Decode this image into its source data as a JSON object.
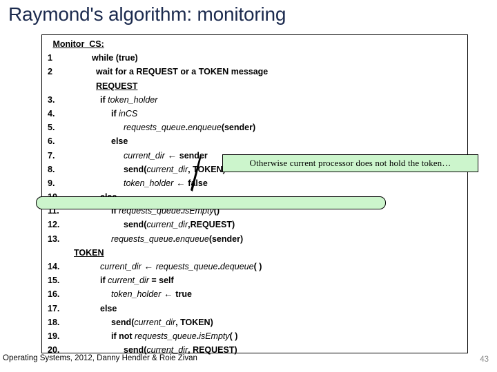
{
  "slide": {
    "title": "Raymond's algorithm: monitoring",
    "title_color": "#1b2a4e",
    "highlight_color": "#ccf5cc",
    "page_number": "43",
    "footer": "Operating Systems, 2012, Danny Hendler & Roie Zivan"
  },
  "callout": {
    "text": "Otherwise current processor does not hold the token…"
  },
  "code": {
    "header": "Monitor_CS:",
    "lines": [
      {
        "num": "1",
        "text": "while (true)",
        "indent": 34
      },
      {
        "num": "2",
        "text": "wait for a REQUEST or a TOKEN message",
        "indent": 40
      },
      {
        "num": "",
        "text": "REQUEST",
        "indent": 40
      },
      {
        "num": "3.",
        "text": "if token_holder",
        "indent": 46
      },
      {
        "num": "4.",
        "text": "if inCS",
        "indent": 62
      },
      {
        "num": "5.",
        "text": "requests_queue.enqueue(sender)",
        "indent": 80
      },
      {
        "num": "6.",
        "text": "else",
        "indent": 62
      },
      {
        "num": "7.",
        "text": "current_dir ← sender",
        "indent": 80
      },
      {
        "num": "8.",
        "text": "send(current_dir, TOKEN)",
        "indent": 80
      },
      {
        "num": "9.",
        "text": "token_holder ← false",
        "indent": 80
      },
      {
        "num": "10.",
        "text": "else",
        "indent": 46
      },
      {
        "num": "11.",
        "text": "if requests_queue.isEmpty()",
        "indent": 62
      },
      {
        "num": "12.",
        "text": "send(current_dir,REQUEST)",
        "indent": 80
      },
      {
        "num": "13.",
        "text": "requests_queue.enqueue(sender)",
        "indent": 62
      },
      {
        "num": "",
        "text": "TOKEN",
        "indent": 8
      },
      {
        "num": "14.",
        "text": "current_dir ← requests_queue.dequeue( )",
        "indent": 46
      },
      {
        "num": "15.",
        "text": "if current_dir = self",
        "indent": 46
      },
      {
        "num": "16.",
        "text": "token_holder ← true",
        "indent": 62
      },
      {
        "num": "17.",
        "text": "else",
        "indent": 46
      },
      {
        "num": "18.",
        "text": "send(current_dir, TOKEN)",
        "indent": 62
      },
      {
        "num": "19.",
        "text": "if not requests_queue.isEmpty( )",
        "indent": 62
      },
      {
        "num": "20.",
        "text": "send(current_dir, REQUEST)",
        "indent": 80
      }
    ]
  }
}
